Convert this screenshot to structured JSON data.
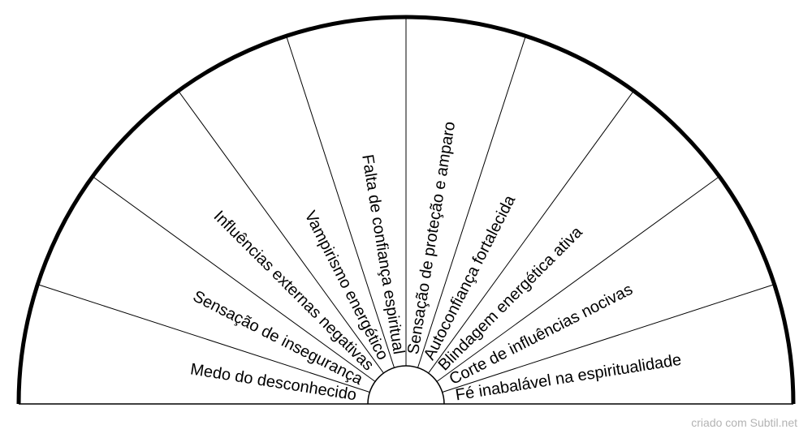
{
  "diagram": {
    "type": "semicircle-chart",
    "sectors": [
      "Medo do desconhecido",
      "Sensação de insegurança",
      "Influências externas negativas",
      "Vampirismo energético",
      "Falta de confiança espiritual",
      "Sensação de proteção e amparo",
      "Autoconfiança fortalecida",
      "Blindagem energética ativa",
      "Corte de influências nocivas",
      "Fé inabalável na espiritualidade"
    ],
    "colors": {
      "stroke": "#000000",
      "background": "#ffffff",
      "credit": "#b3b3b3"
    }
  },
  "footer": {
    "credit": "criado com Subtil.net"
  }
}
